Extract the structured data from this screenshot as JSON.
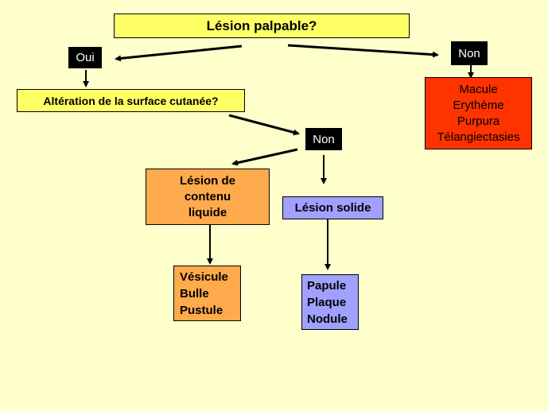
{
  "colors": {
    "background": "#FFFFCC",
    "yellow_box": "#FFFF66",
    "red_box": "#FF3300",
    "orange_box": "#FFAA4C",
    "violet_box": "#A0A0FF",
    "tag_bg": "#000000"
  },
  "nodes": {
    "root": {
      "label": "Lésion palpable?"
    },
    "oui": {
      "label": "Oui"
    },
    "non_top": {
      "label": "Non"
    },
    "red": {
      "lines": [
        "Macule",
        "Erythème",
        "Purpura",
        "Télangiectasies"
      ]
    },
    "surface": {
      "label": "Altération de la surface cutanée?"
    },
    "non_mid": {
      "label": "Non"
    },
    "liquide": {
      "lines": [
        "Lésion de",
        "contenu",
        "liquide"
      ]
    },
    "solide": {
      "label": "Lésion solide"
    },
    "vesicule": {
      "lines": [
        "Vésicule",
        "Bulle",
        "Pustule"
      ]
    },
    "papule": {
      "lines": [
        "Papule",
        "Plaque",
        "Nodule"
      ]
    }
  }
}
